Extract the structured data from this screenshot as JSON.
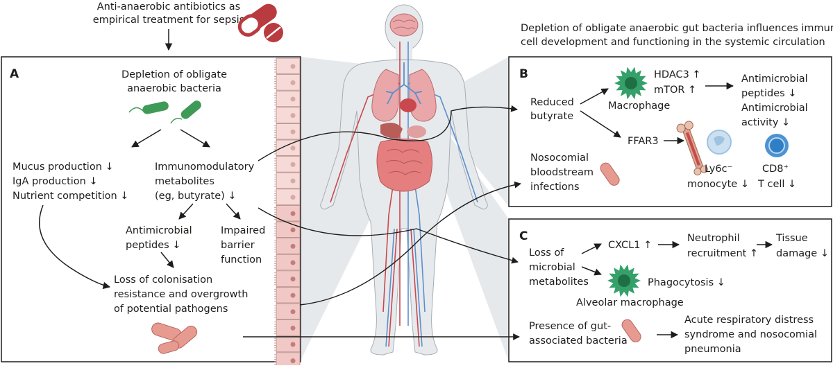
{
  "colors": {
    "pill_red": "#b93a3f",
    "bacteria_green": "#3f9a58",
    "bacteria_pink": "#e79a90",
    "macrophage_green": "#35a06a",
    "monocyte_blue": "#9dc2e2",
    "tcell_blue": "#2f7fc6",
    "lung_pink": "#e9a7aa",
    "gut_pink": "#e57f7f",
    "vessel_red": "#c9484e",
    "vessel_blue": "#5a8fcf",
    "body_grey": "#e7eaec",
    "panel_bg": "#eef0f2",
    "gut_wall": "#f5dad8"
  },
  "top": {
    "antibiotics_line1": "Anti-anaerobic antibiotics as",
    "antibiotics_line2": "empirical treatment for sepsis",
    "pill_icon": "capsule-and-tablet-icon",
    "right_line1": "Depletion of obligate anaerobic gut bacteria influences immune",
    "right_line2": "cell development and functioning in the systemic circulation"
  },
  "panelA": {
    "label": "A",
    "depletion_line1": "Depletion of obligate",
    "depletion_line2": "anaerobic bacteria",
    "mucus": "Mucus production ↓",
    "iga": "IgA production ↓",
    "nutrient": "Nutrient competition ↓",
    "immuno_line1": "Immunomodulatory",
    "immuno_line2": "metabolites",
    "immuno_line3": "(eg, butyrate) ↓",
    "amp_line1": "Antimicrobial",
    "amp_line2": "peptides ↓",
    "barrier_line1": "Impaired",
    "barrier_line2": "barrier",
    "barrier_line3": "function",
    "loss_line1": "Loss of colonisation",
    "loss_line2": "resistance and overgrowth",
    "loss_line3": "of potential pathogens"
  },
  "panelB": {
    "label": "B",
    "butyrate_line1": "Reduced",
    "butyrate_line2": "butyrate",
    "hdac": "HDAC3 ↑",
    "mtor": "mTOR ↑",
    "macrophage": "Macrophage",
    "amp_line1": "Antimicrobial",
    "amp_line2": "peptides ↓",
    "amp_line3": "Antimicrobial",
    "amp_line4": "activity ↓",
    "ffar": "FFAR3",
    "ly6c_line1": "Ly6c⁻",
    "ly6c_line2": "monocyte ↓",
    "cd8_line1": "CD8⁺",
    "cd8_line2": "T cell ↓",
    "noso_line1": "Nosocomial",
    "noso_line2": "bloodstream",
    "noso_line3": "infections"
  },
  "panelC": {
    "label": "C",
    "loss_line1": "Loss of",
    "loss_line2": "microbial",
    "loss_line3": "metabolites",
    "cxcl": "CXCL1 ↑",
    "neut_line1": "Neutrophil",
    "neut_line2": "recruitment ↑",
    "tissue_line1": "Tissue",
    "tissue_line2": "damage ↓",
    "phago": "Phagocytosis ↓",
    "alveolar": "Alveolar macrophage",
    "presence_line1": "Presence of gut-",
    "presence_line2": "associated bacteria",
    "ards_line1": "Acute respiratory distress",
    "ards_line2": "syndrome and nosocomial",
    "ards_line3": "pneumonia"
  }
}
